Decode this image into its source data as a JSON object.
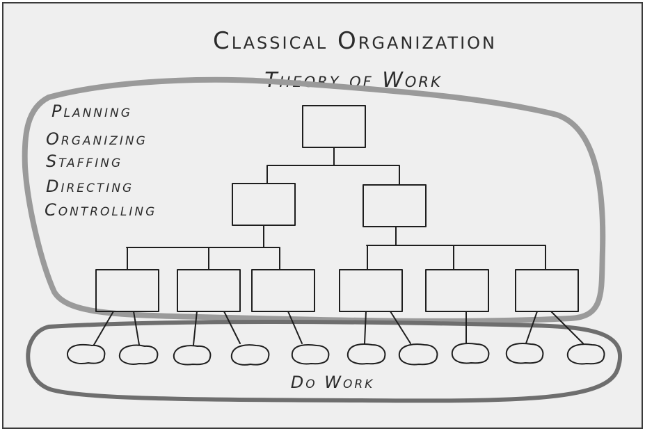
{
  "title": {
    "line1": "Classical Organization",
    "line2": "Theory of Work"
  },
  "functions": [
    "Planning",
    "Organizing",
    "Staffing",
    "Directing",
    "Controlling"
  ],
  "bottom_label": "Do Work",
  "colors": {
    "paper": "#efefef",
    "frame": "#3a3a3a",
    "ink": "#1e1e1e",
    "management_loop": "#9a9a9a",
    "work_loop": "#6e6e6e"
  }
}
